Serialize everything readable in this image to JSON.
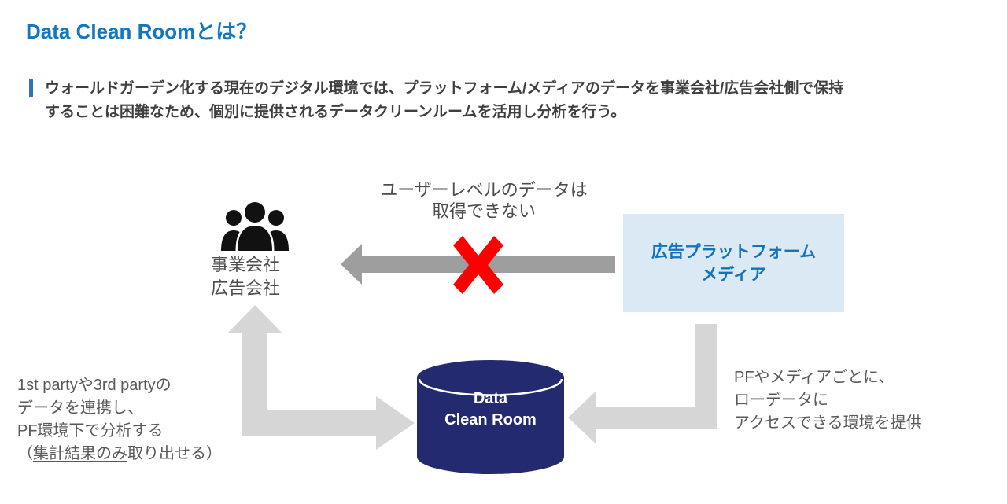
{
  "title": {
    "text": "Data Clean Roomとは？",
    "color": "#1277c2"
  },
  "lead": {
    "line1": "ウォールドガーデン化する現在のデジタル環境では、プラットフォーム/メディアのデータを事業会社/広告会社側で保持",
    "line2": "することは困難なため、個別に提供されるデータクリーンルームを活用し分析を行う。",
    "bar_color": "#2e75b6"
  },
  "diagram": {
    "blocked_caption": {
      "line1": "ユーザーレベルのデータは",
      "line2": "取得できない"
    },
    "companies": {
      "icon": "people-group-icon",
      "line1": "事業会社",
      "line2": "広告会社"
    },
    "platform_box": {
      "line1": "広告プラットフォーム",
      "line2": "メディア",
      "bg": "#dbe9f5",
      "text_color": "#1573ba"
    },
    "dcr_cylinder": {
      "line1": "Data",
      "line2": "Clean Room",
      "fill": "#232a70"
    },
    "left_note": {
      "line1": "1st partyや3rd partyの",
      "line2": "データを連携し、",
      "line3": "PF環境下で分析する",
      "line4_open": "（",
      "line4_underlined": "集計結果のみ",
      "line4_rest": "取り出せる）"
    },
    "right_note": {
      "line1": "PFやメディアごとに、",
      "line2": "ローデータに",
      "line3": "アクセスできる環境を提供"
    },
    "colors": {
      "blocked_arrow": "#9e9e9e",
      "flow_arrow": "#d6d6d6",
      "cross": "#fe0000",
      "people_icon": "#111111"
    }
  }
}
